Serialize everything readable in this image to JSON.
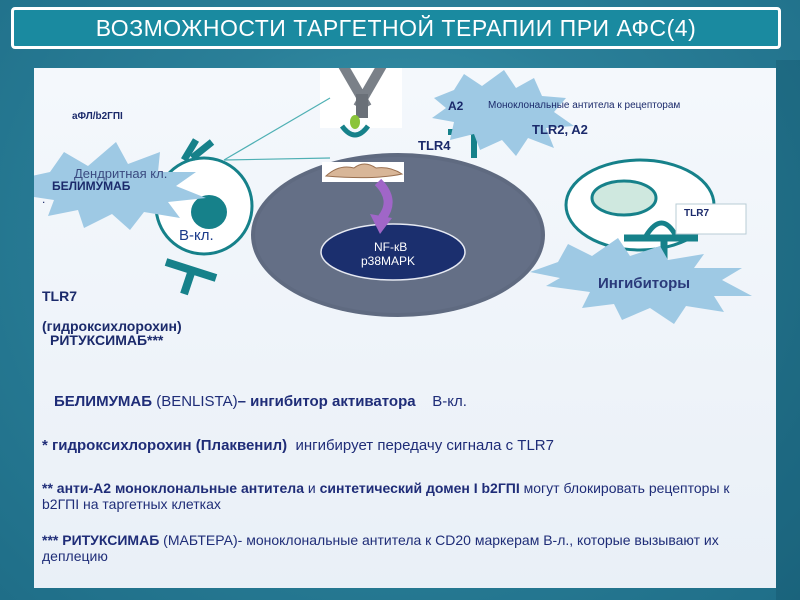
{
  "title": "ВОЗМОЖНОСТИ ТАРГЕТНОЙ ТЕРАПИИ ПРИ АФС(4)",
  "diagram": {
    "afl": "аФЛ/b2ГПI",
    "dendritic": "Дендритная кл.",
    "belimumab_badge": "БЕЛИМУМАБ",
    "dot": ".",
    "b_cell": "В-кл.",
    "a2": "A2",
    "mono_ab": "Моноклональные антитела к рецепторам",
    "tlr2_a2": "TLR2, A2",
    "tlr4": "TLR4",
    "tlr7_right": "TLR7",
    "inhibitors": "Ингибиторы",
    "nfkb": "NF-кB",
    "p38": "p38MAPK",
    "tlr7_left": "TLR7",
    "hcq": "(гидроксихлорохин)",
    "rituximab": "РИТУКСИМАБ***"
  },
  "notes": {
    "belimumab_name": "БЕЛИМУМАБ",
    "belimumab_brand": " (BENLISTA)",
    "belimumab_desc": "– ингибитор активатора",
    "belimumab_target": "В-кл.",
    "hcq_star": "* ",
    "hcq_name": "гидроксихлорохин (Плаквенил)",
    "hcq_desc": "ингибирует передачу сигнала с  TLR7",
    "anti_star": "** ",
    "anti_bold": "анти-А2 моноклональные антитела",
    "anti_mid": " и ",
    "anti_bold2": "синтетический домен I  b2ГПI",
    "anti_rest": " могут блокировать рецепторы к b2ГПI на таргетных клетках",
    "rtx_star": "***  ",
    "rtx_name": "РИТУКСИМАБ",
    "rtx_rest": " (МАБТЕРА)- моноклональные антитела к CD20 маркерам В-л., которые вызывают их деплецию"
  },
  "colors": {
    "title_bg": "#1a8aa0",
    "teal": "#16818a",
    "navy_text": "#1f2d78",
    "burst": "#9ec9e4",
    "big_cell": "#5f6a80",
    "nucleus": "#1b2f6e"
  }
}
